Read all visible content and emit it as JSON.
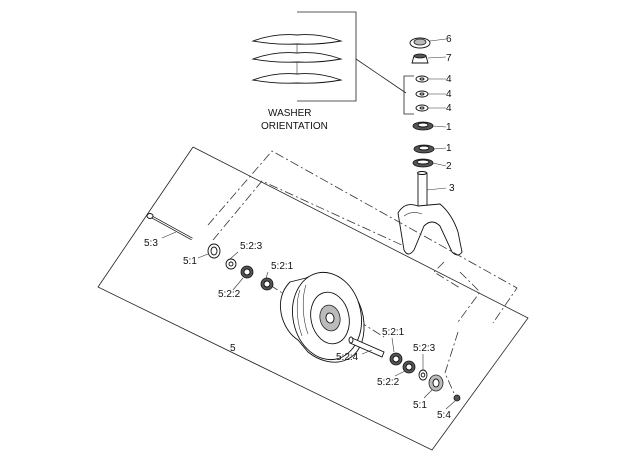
{
  "inset": {
    "caption_line1": "WASHER",
    "caption_line2": "ORIENTATION"
  },
  "callouts": {
    "p6": "6",
    "p7": "7",
    "p4a": "4",
    "p4b": "4",
    "p4c": "4",
    "p1a": "1",
    "p1b": "1",
    "p2": "2",
    "p3": "3",
    "p5": "5",
    "p5_3": "5:3",
    "p5_1_left": "5:1",
    "p5_2_3_left": "5:2:3",
    "p5_2_1_left": "5:2:1",
    "p5_2_2_left": "5:2:2",
    "p5_2_1_right": "5:2:1",
    "p5_2_3_right": "5:2:3",
    "p5_2_4": "5:2:4",
    "p5_2_2_right": "5:2:2",
    "p5_1_right": "5:1",
    "p5_4": "5:4"
  }
}
